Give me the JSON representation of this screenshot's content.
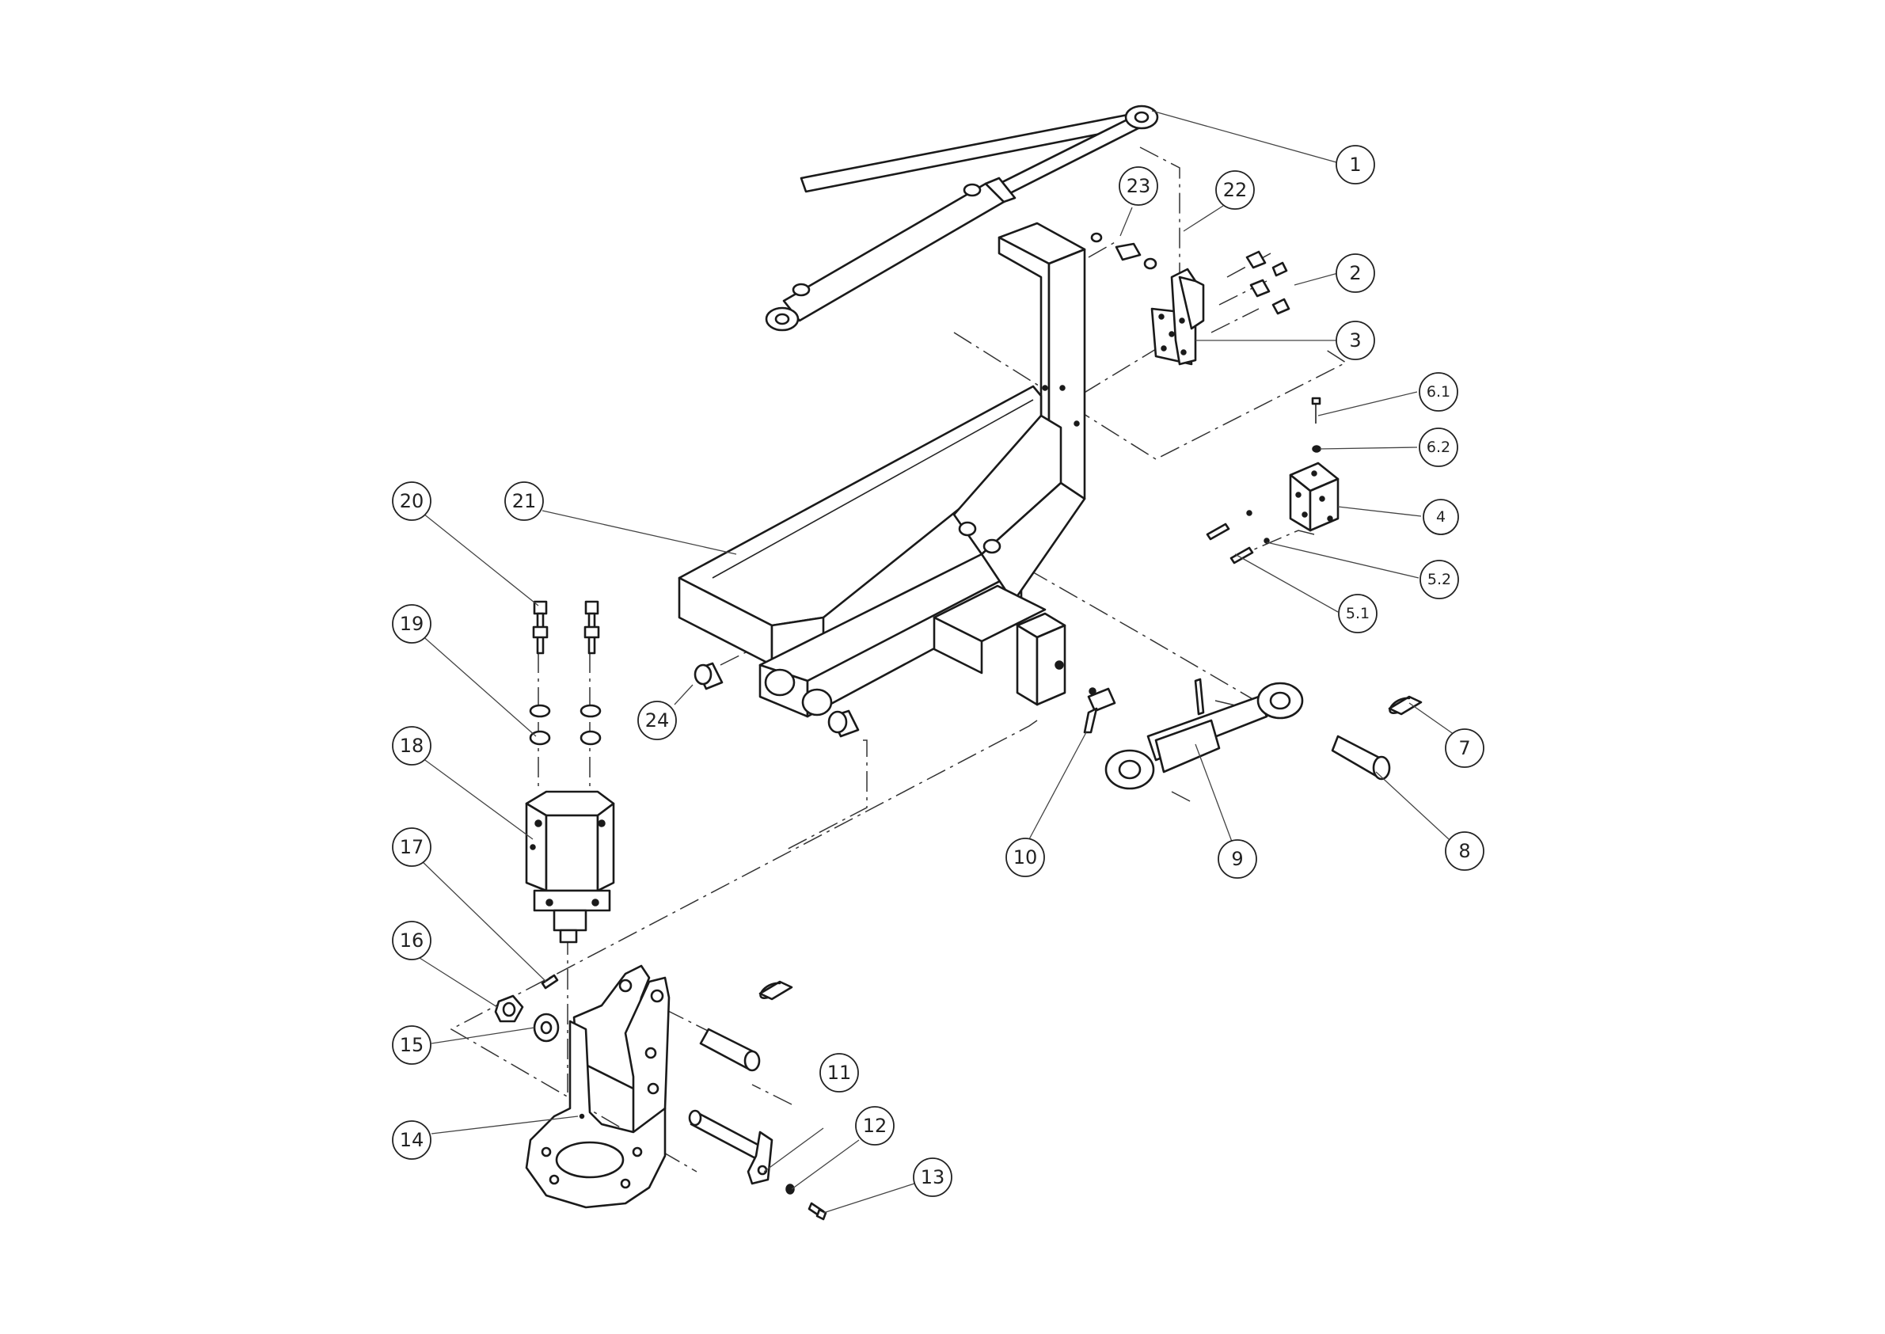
{
  "balloons": [
    {
      "id": "b1",
      "label": "1"
    },
    {
      "id": "b2",
      "label": "2"
    },
    {
      "id": "b3",
      "label": "3"
    },
    {
      "id": "b4",
      "label": "4"
    },
    {
      "id": "b5_1",
      "label": "5.1"
    },
    {
      "id": "b5_2",
      "label": "5.2"
    },
    {
      "id": "b6_1",
      "label": "6.1"
    },
    {
      "id": "b6_2",
      "label": "6.2"
    },
    {
      "id": "b7",
      "label": "7"
    },
    {
      "id": "b8",
      "label": "8"
    },
    {
      "id": "b9",
      "label": "9"
    },
    {
      "id": "b10",
      "label": "10"
    },
    {
      "id": "b11",
      "label": "11"
    },
    {
      "id": "b12",
      "label": "12"
    },
    {
      "id": "b13",
      "label": "13"
    },
    {
      "id": "b14",
      "label": "14"
    },
    {
      "id": "b15",
      "label": "15"
    },
    {
      "id": "b16",
      "label": "16"
    },
    {
      "id": "b17",
      "label": "17"
    },
    {
      "id": "b18",
      "label": "18"
    },
    {
      "id": "b19",
      "label": "19"
    },
    {
      "id": "b20",
      "label": "20"
    },
    {
      "id": "b21",
      "label": "21"
    },
    {
      "id": "b22",
      "label": "22"
    },
    {
      "id": "b23",
      "label": "23"
    },
    {
      "id": "b24",
      "label": "24"
    }
  ]
}
